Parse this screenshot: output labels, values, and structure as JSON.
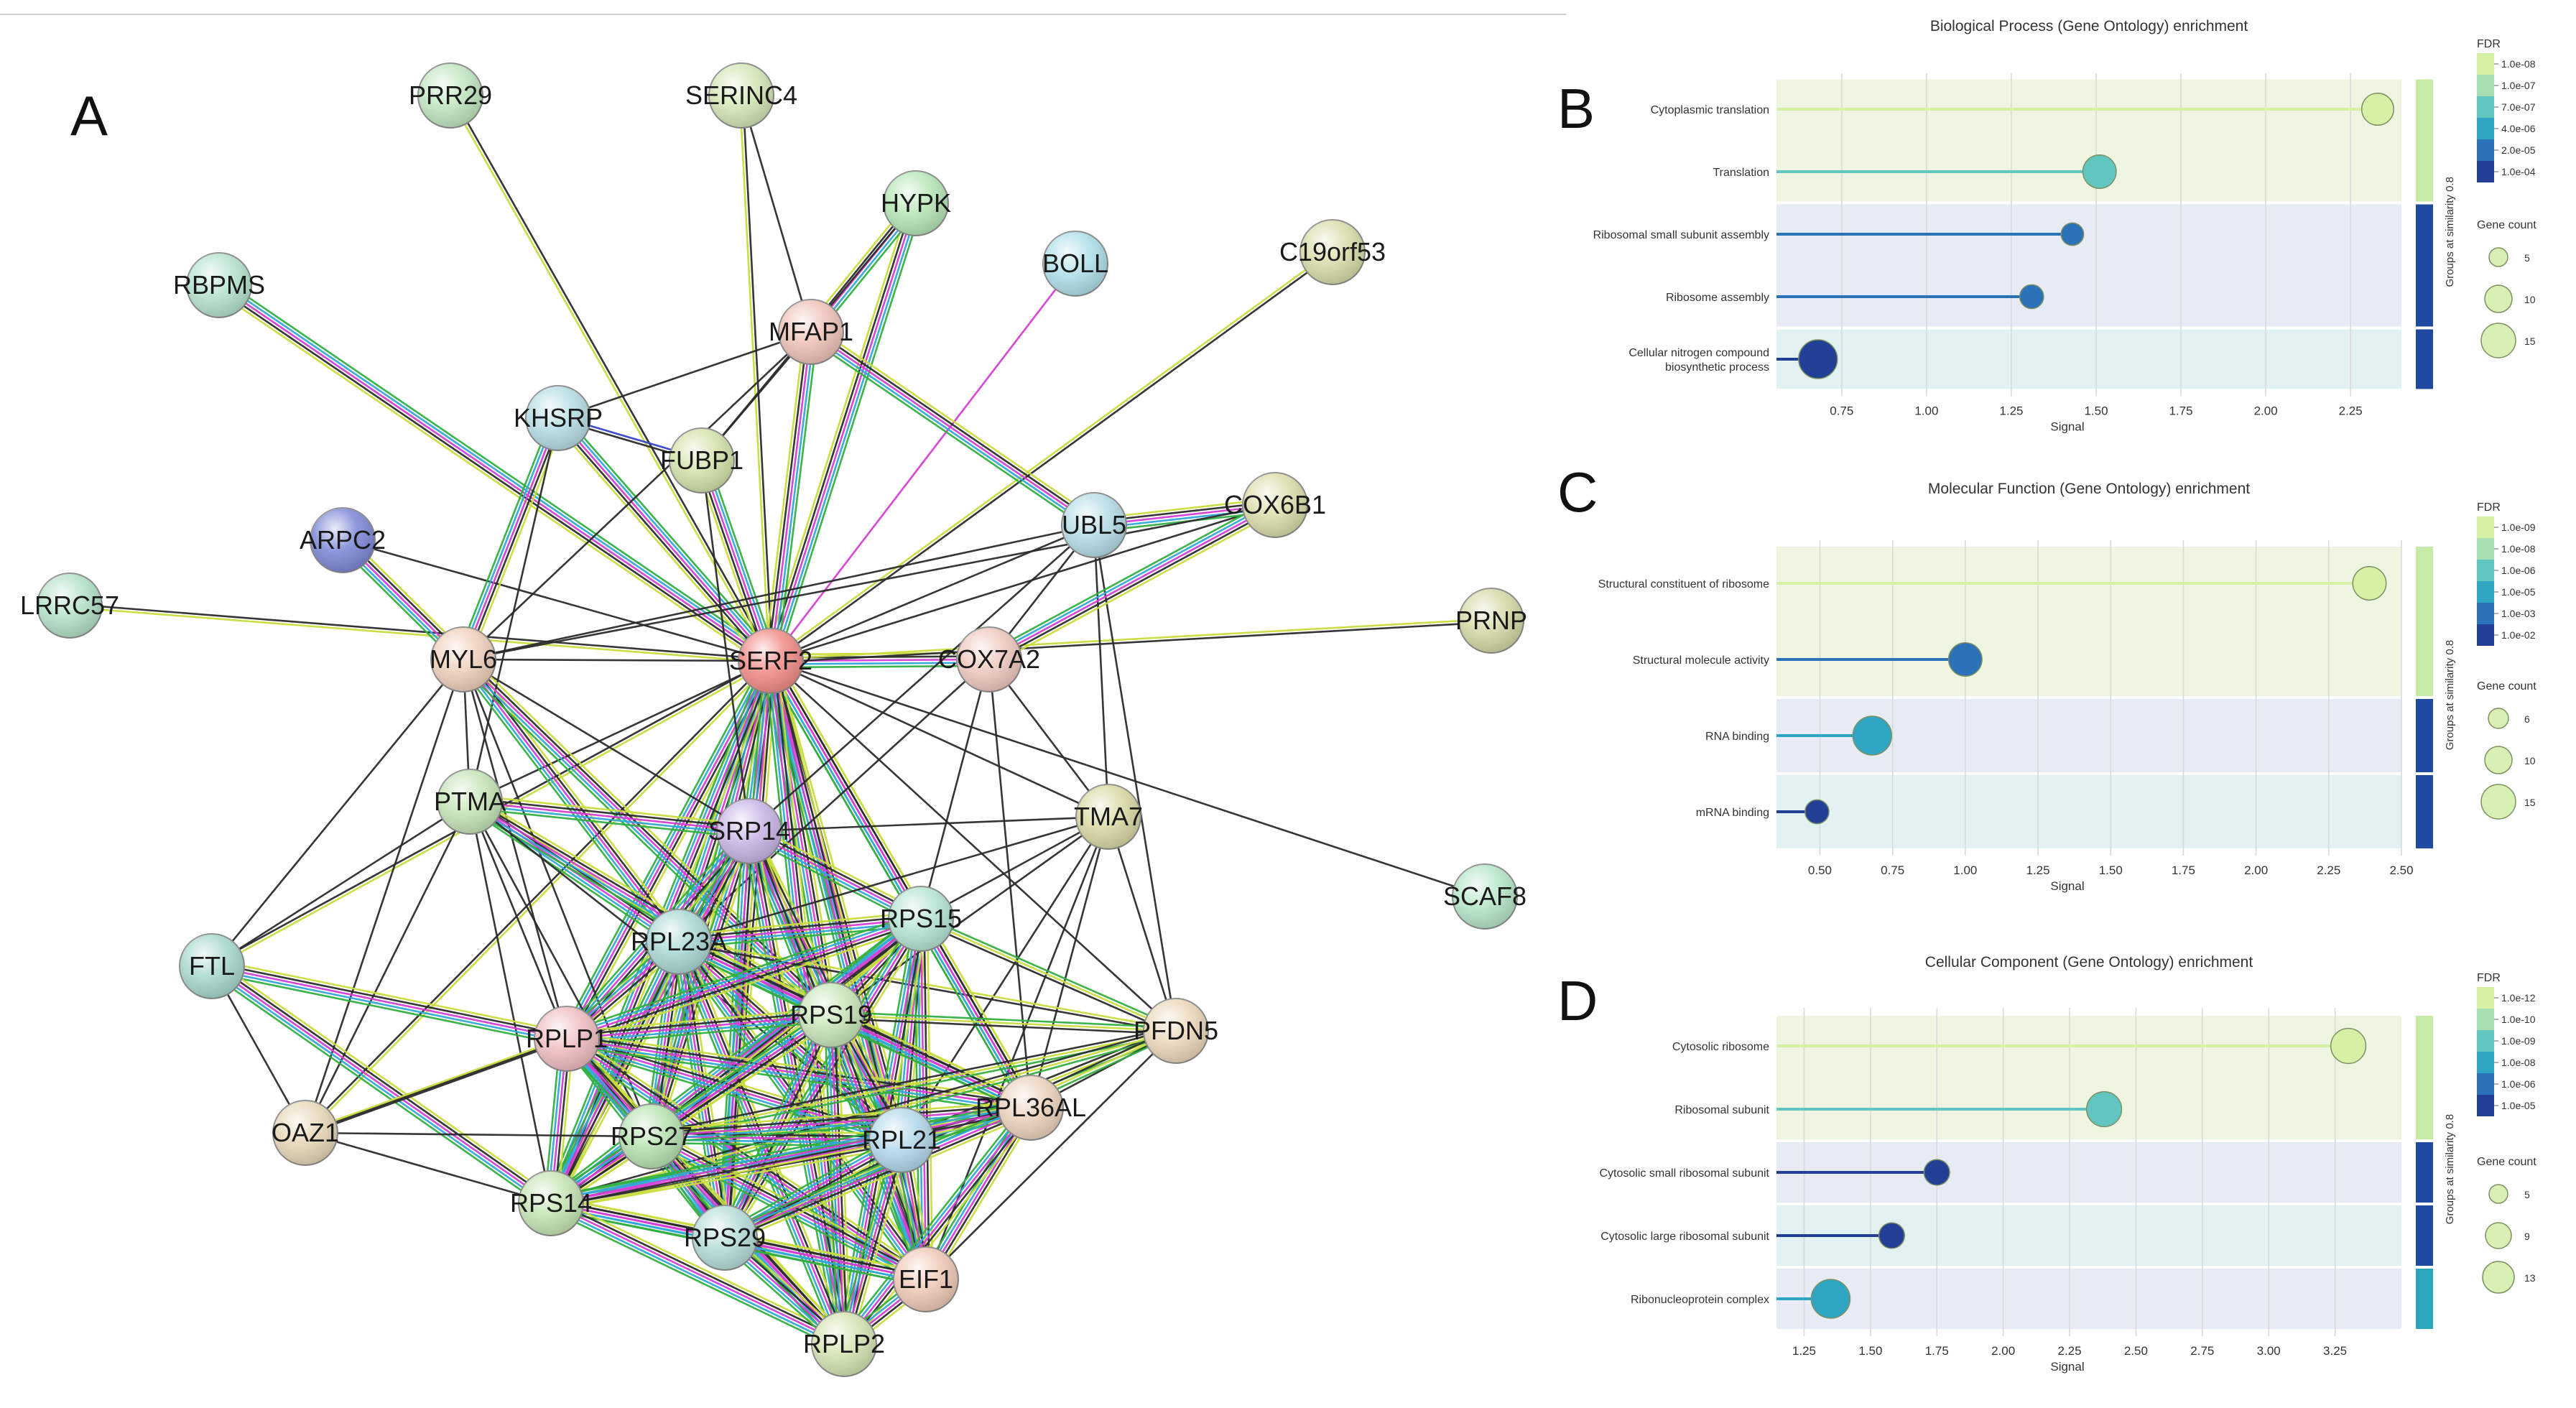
{
  "panel_labels": {
    "a": "A",
    "b": "B",
    "c": "C",
    "d": "D"
  },
  "network": {
    "nodes": [
      {
        "id": "PRR29",
        "color": "#bfe6bf"
      },
      {
        "id": "SERINC4",
        "color": "#d2e6b5"
      },
      {
        "id": "HYPK",
        "color": "#b6e6b6"
      },
      {
        "id": "BOLL",
        "color": "#aee0ea"
      },
      {
        "id": "C19orf53",
        "color": "#d8dca8"
      },
      {
        "id": "RBPMS",
        "color": "#b4e2cc"
      },
      {
        "id": "MFAP1",
        "color": "#efc2b6"
      },
      {
        "id": "KHSRP",
        "color": "#b4dde4"
      },
      {
        "id": "FUBP1",
        "color": "#d2e2a8"
      },
      {
        "id": "ARPC2",
        "color": "#7a86d6"
      },
      {
        "id": "UBL5",
        "color": "#b4dce6"
      },
      {
        "id": "COX6B1",
        "color": "#dcdcaa"
      },
      {
        "id": "LRRC57",
        "color": "#b2e2c6"
      },
      {
        "id": "MYL6",
        "color": "#efcfba"
      },
      {
        "id": "SERF2",
        "color": "#f08a86"
      },
      {
        "id": "COX7A2",
        "color": "#efc8bd"
      },
      {
        "id": "PRNP",
        "color": "#d4d8a4"
      },
      {
        "id": "PTMA",
        "color": "#c4e4b6"
      },
      {
        "id": "SRP14",
        "color": "#c8b4e6"
      },
      {
        "id": "TMA7",
        "color": "#d8d8a2"
      },
      {
        "id": "SCAF8",
        "color": "#b4e6c6"
      },
      {
        "id": "RPL23A",
        "color": "#a8d8d4"
      },
      {
        "id": "RPS15",
        "color": "#b4e4d0"
      },
      {
        "id": "FTL",
        "color": "#a6d8cc"
      },
      {
        "id": "RPLP1",
        "color": "#f0bcc0"
      },
      {
        "id": "RPS19",
        "color": "#c6e6b8"
      },
      {
        "id": "PFDN5",
        "color": "#ecd8ba"
      },
      {
        "id": "OAZ1",
        "color": "#e6d6b6"
      },
      {
        "id": "RPS27",
        "color": "#b6e2b0"
      },
      {
        "id": "RPL21",
        "color": "#b2d8ea"
      },
      {
        "id": "RPL36AL",
        "color": "#ecd2bc"
      },
      {
        "id": "RPS14",
        "color": "#c4e4b2"
      },
      {
        "id": "RPS29",
        "color": "#b4dcd8"
      },
      {
        "id": "EIF1",
        "color": "#f0c8b6"
      },
      {
        "id": "RPLP2",
        "color": "#d2e4b0"
      }
    ]
  },
  "chart_data": [
    {
      "panel": "B",
      "type": "lollipop",
      "title": "Biological Process (Gene Ontology) enrichment",
      "xlabel": "Signal",
      "xlim": [
        0.6,
        2.4
      ],
      "xticks": [
        "0.75",
        "1.00",
        "1.25",
        "1.50",
        "1.75",
        "2.00",
        "2.25"
      ],
      "group_label": "Groups at similarity 0.8",
      "terms": [
        {
          "label": [
            "Cytoplasmic translation"
          ],
          "signal": 2.33,
          "fdr_rank": 0,
          "count": 13,
          "group": 0
        },
        {
          "label": [
            "Translation"
          ],
          "signal": 1.51,
          "fdr_rank": 2,
          "count": 14,
          "group": 0
        },
        {
          "label": [
            "Ribosomal small subunit assembly"
          ],
          "signal": 1.43,
          "fdr_rank": 4,
          "count": 6,
          "group": 1
        },
        {
          "label": [
            "Ribosome assembly"
          ],
          "signal": 1.31,
          "fdr_rank": 4,
          "count": 7,
          "group": 1
        },
        {
          "label": [
            "Cellular nitrogen compound",
            "biosynthetic process"
          ],
          "signal": 0.68,
          "fdr_rank": 5,
          "count": 18,
          "group": 2
        }
      ],
      "fdr_legend": {
        "title": "FDR",
        "labels": [
          "1.0e-08",
          "1.0e-07",
          "7.0e-07",
          "4.0e-06",
          "2.0e-05",
          "1.0e-04"
        ]
      },
      "count_legend": {
        "title": "Gene count",
        "labels": [
          "5",
          "10",
          "15"
        ]
      }
    },
    {
      "panel": "C",
      "type": "lollipop",
      "title": "Molecular Function (Gene Ontology) enrichment",
      "xlabel": "Signal",
      "xlim": [
        0.4,
        2.5
      ],
      "xticks": [
        "0.50",
        "0.75",
        "1.00",
        "1.25",
        "1.50",
        "1.75",
        "2.00",
        "2.25",
        "2.50"
      ],
      "group_label": "Groups at similarity 0.8",
      "terms": [
        {
          "label": [
            "Structural constituent of ribosome"
          ],
          "signal": 2.39,
          "fdr_rank": 0,
          "count": 14,
          "group": 0
        },
        {
          "label": [
            "Structural molecule activity"
          ],
          "signal": 1.0,
          "fdr_rank": 4,
          "count": 14,
          "group": 0
        },
        {
          "label": [
            "RNA binding"
          ],
          "signal": 0.68,
          "fdr_rank": 3,
          "count": 18,
          "group": 1
        },
        {
          "label": [
            "mRNA binding"
          ],
          "signal": 0.49,
          "fdr_rank": 5,
          "count": 7,
          "group": 2
        }
      ],
      "fdr_legend": {
        "title": "FDR",
        "labels": [
          "1.0e-09",
          "1.0e-08",
          "1.0e-06",
          "1.0e-05",
          "1.0e-03",
          "1.0e-02"
        ]
      },
      "count_legend": {
        "title": "Gene count",
        "labels": [
          "6",
          "10",
          "15"
        ]
      }
    },
    {
      "panel": "D",
      "type": "lollipop",
      "title": "Cellular Component (Gene Ontology) enrichment",
      "xlabel": "Signal",
      "xlim": [
        1.2,
        3.5
      ],
      "xticks": [
        "1.25",
        "1.50",
        "1.75",
        "2.00",
        "2.25",
        "2.50",
        "2.75",
        "3.00",
        "3.25"
      ],
      "group_label": "Groups at similarity 0.8",
      "terms": [
        {
          "label": [
            "Cytosolic ribosome"
          ],
          "signal": 3.3,
          "fdr_rank": 0,
          "count": 11,
          "group": 0
        },
        {
          "label": [
            "Ribosomal subunit"
          ],
          "signal": 2.38,
          "fdr_rank": 2,
          "count": 11,
          "group": 0
        },
        {
          "label": [
            "Cytosolic small ribosomal subunit"
          ],
          "signal": 1.75,
          "fdr_rank": 5,
          "count": 6,
          "group": 1
        },
        {
          "label": [
            "Cytosolic large ribosomal subunit"
          ],
          "signal": 1.58,
          "fdr_rank": 5,
          "count": 6,
          "group": 2
        },
        {
          "label": [
            "Ribonucleoprotein complex"
          ],
          "signal": 1.35,
          "fdr_rank": 3,
          "count": 13,
          "group": 3
        }
      ],
      "fdr_legend": {
        "title": "FDR",
        "labels": [
          "1.0e-12",
          "1.0e-10",
          "1.0e-09",
          "1.0e-08",
          "1.0e-06",
          "1.0e-05"
        ]
      },
      "count_legend": {
        "title": "Gene count",
        "labels": [
          "5",
          "9",
          "13"
        ]
      }
    }
  ]
}
